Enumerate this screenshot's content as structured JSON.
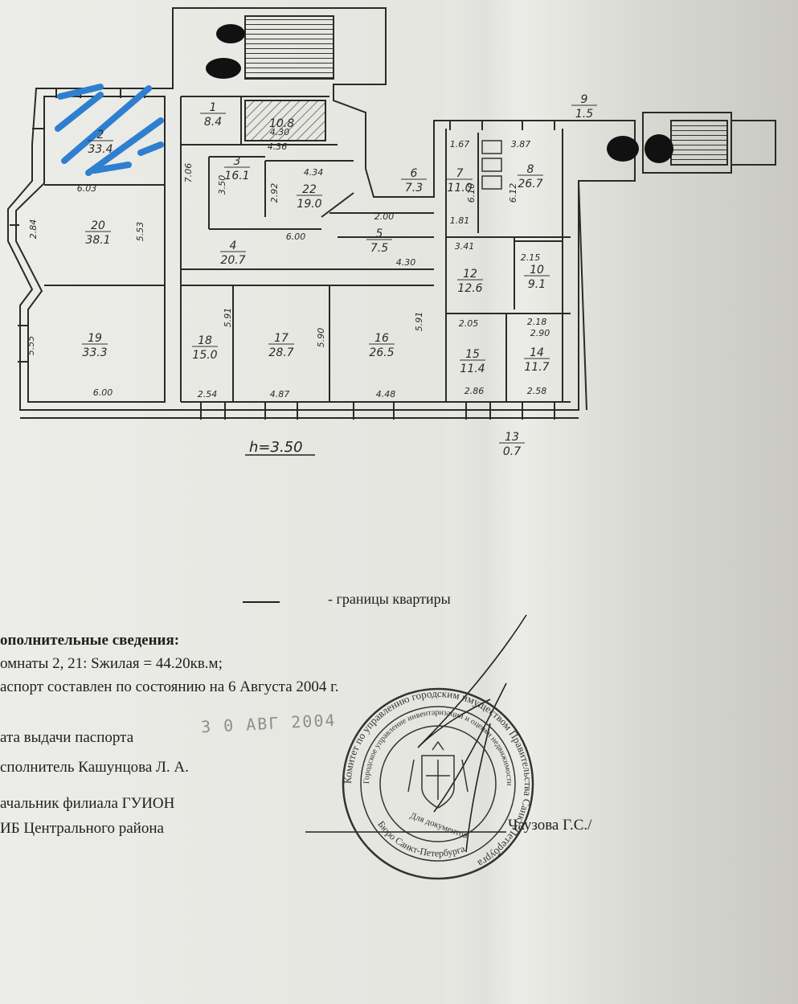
{
  "plan": {
    "rooms": [
      {
        "num": "1",
        "area": "8.4"
      },
      {
        "num": "2",
        "area": "33.4"
      },
      {
        "num": "3",
        "area": "16.1"
      },
      {
        "num": "4",
        "area": "20.7"
      },
      {
        "num": "5",
        "area": "7.5"
      },
      {
        "num": "6",
        "area": "7.3"
      },
      {
        "num": "7",
        "area": "11.0"
      },
      {
        "num": "8",
        "area": "26.7"
      },
      {
        "num": "9",
        "area": "1.5"
      },
      {
        "num": "10",
        "area": "9.1"
      },
      {
        "num": "12",
        "area": "12.6"
      },
      {
        "num": "13",
        "area": "0.7"
      },
      {
        "num": "14",
        "area": "11.7"
      },
      {
        "num": "15",
        "area": "11.4"
      },
      {
        "num": "16",
        "area": "26.5"
      },
      {
        "num": "17",
        "area": "28.7"
      },
      {
        "num": "18",
        "area": "15.0"
      },
      {
        "num": "19",
        "area": "33.3"
      },
      {
        "num": "20",
        "area": "38.1"
      },
      {
        "num": "22",
        "area": "19.0"
      }
    ],
    "room_extra": "10.8",
    "dims": [
      "6.03",
      "2.84",
      "5.53",
      "5.55",
      "6.00",
      "2.54",
      "4.87",
      "4.48",
      "2.86",
      "2.58",
      "5.91",
      "5.90",
      "5.91",
      "3.50",
      "7.06",
      "4.36",
      "4.34",
      "2.92",
      "6.00",
      "4.30",
      "2.00",
      "3.41",
      "1.81",
      "1.67",
      "3.87",
      "6.10",
      "6.12",
      "2.05",
      "2.18",
      "2.90",
      "4.30",
      "2.15"
    ],
    "height": "h=3.50"
  },
  "legend": {
    "text": "- границы квартиры"
  },
  "info": {
    "heading": "ополнительные сведения:",
    "rooms_line": "омнаты 2, 21: Sжилая = 44.20кв.м;",
    "passport_line": "аспорт составлен по состоянию на 6 Августа 2004 г.",
    "issue_date_label": "ата выдачи паспорта",
    "stamped_date": "3 0 АВГ 2004",
    "executor": "сполнитель Кашунцова Л. А.",
    "head_line1": "ачальник филиала ГУИОН",
    "head_line2": "ИБ Центрального района",
    "signatory": "Чаузова Г.С./"
  },
  "stamp": {
    "outer_text": "Комитет по управлению городским имуществом Правительства Санкт-Петербурга",
    "inner_text": "Городское управление инвентаризации и оценки недвижимости",
    "center_text": "Для документов",
    "bottom_text": "Бюро Санкт-Петербурга"
  },
  "colors": {
    "ink": "#222222",
    "marker": "#2f7fd0",
    "redaction": "#111111",
    "stamp": "#333333"
  }
}
